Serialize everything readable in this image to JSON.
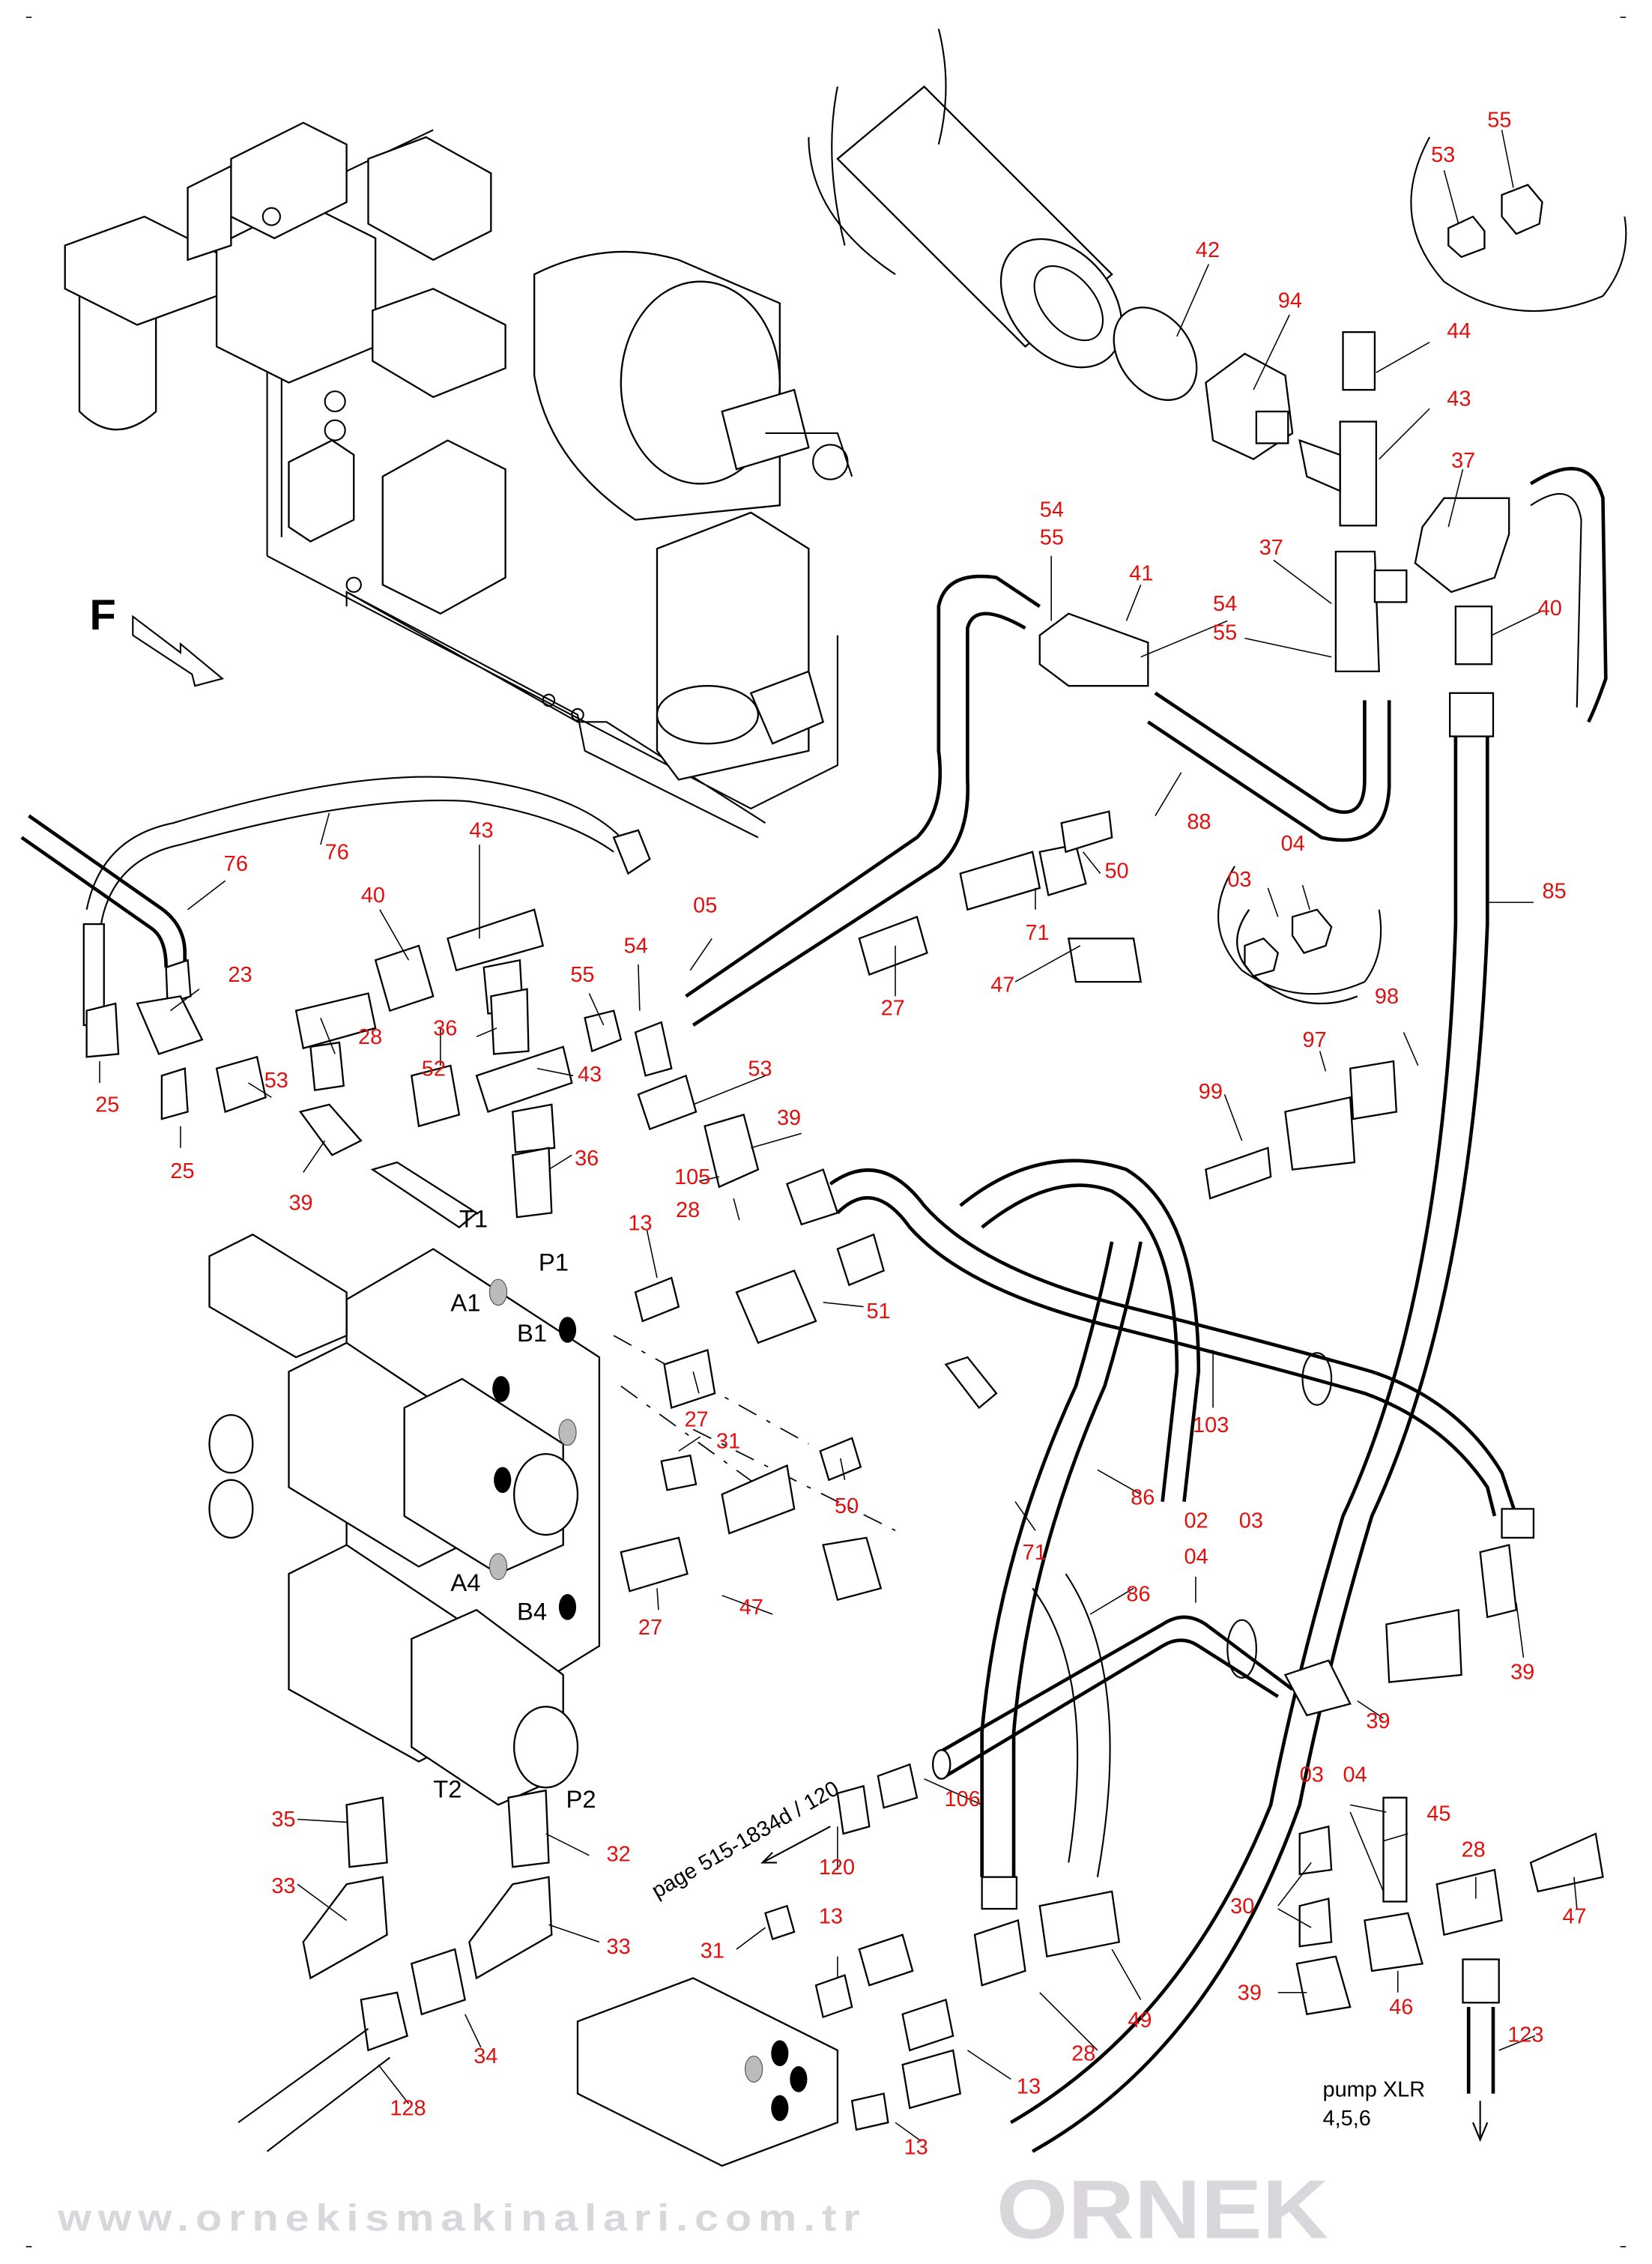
{
  "watermark": {
    "brand": "ORNEK",
    "url": "www.ornekismakinalari.com.tr",
    "brand_color": "#d9d7dc"
  },
  "direction_marker": {
    "letter": "F",
    "icon": "arrow-down-right-icon"
  },
  "label_color": "#e0100f",
  "ports": {
    "t1": "T1",
    "p1": "P1",
    "a1": "A1",
    "b1": "B1",
    "a4": "A4",
    "b4": "B4",
    "t2": "T2",
    "p2": "P2"
  },
  "notes": {
    "page_ref": "page 515-1834d / 120",
    "pump_line1": "pump XLR",
    "pump_line2": "4,5,6"
  },
  "part_labels": [
    "55",
    "53",
    "42",
    "94",
    "44",
    "43",
    "37",
    "54",
    "55",
    "41",
    "37",
    "54",
    "55",
    "40",
    "88",
    "76",
    "76",
    "43",
    "40",
    "05",
    "54",
    "55",
    "23",
    "36",
    "52",
    "28",
    "53",
    "43",
    "25",
    "53",
    "25",
    "39",
    "36",
    "105",
    "39",
    "28",
    "13",
    "27",
    "50",
    "71",
    "47",
    "03",
    "04",
    "85",
    "98",
    "97",
    "99",
    "51",
    "27",
    "31",
    "50",
    "71",
    "47",
    "27",
    "103",
    "86",
    "02",
    "04",
    "03",
    "86",
    "39",
    "39",
    "106",
    "120",
    "35",
    "32",
    "33",
    "33",
    "34",
    "128",
    "31",
    "13",
    "13",
    "13",
    "28",
    "49",
    "03",
    "04",
    "45",
    "28",
    "47",
    "30",
    "39",
    "46",
    "123"
  ]
}
